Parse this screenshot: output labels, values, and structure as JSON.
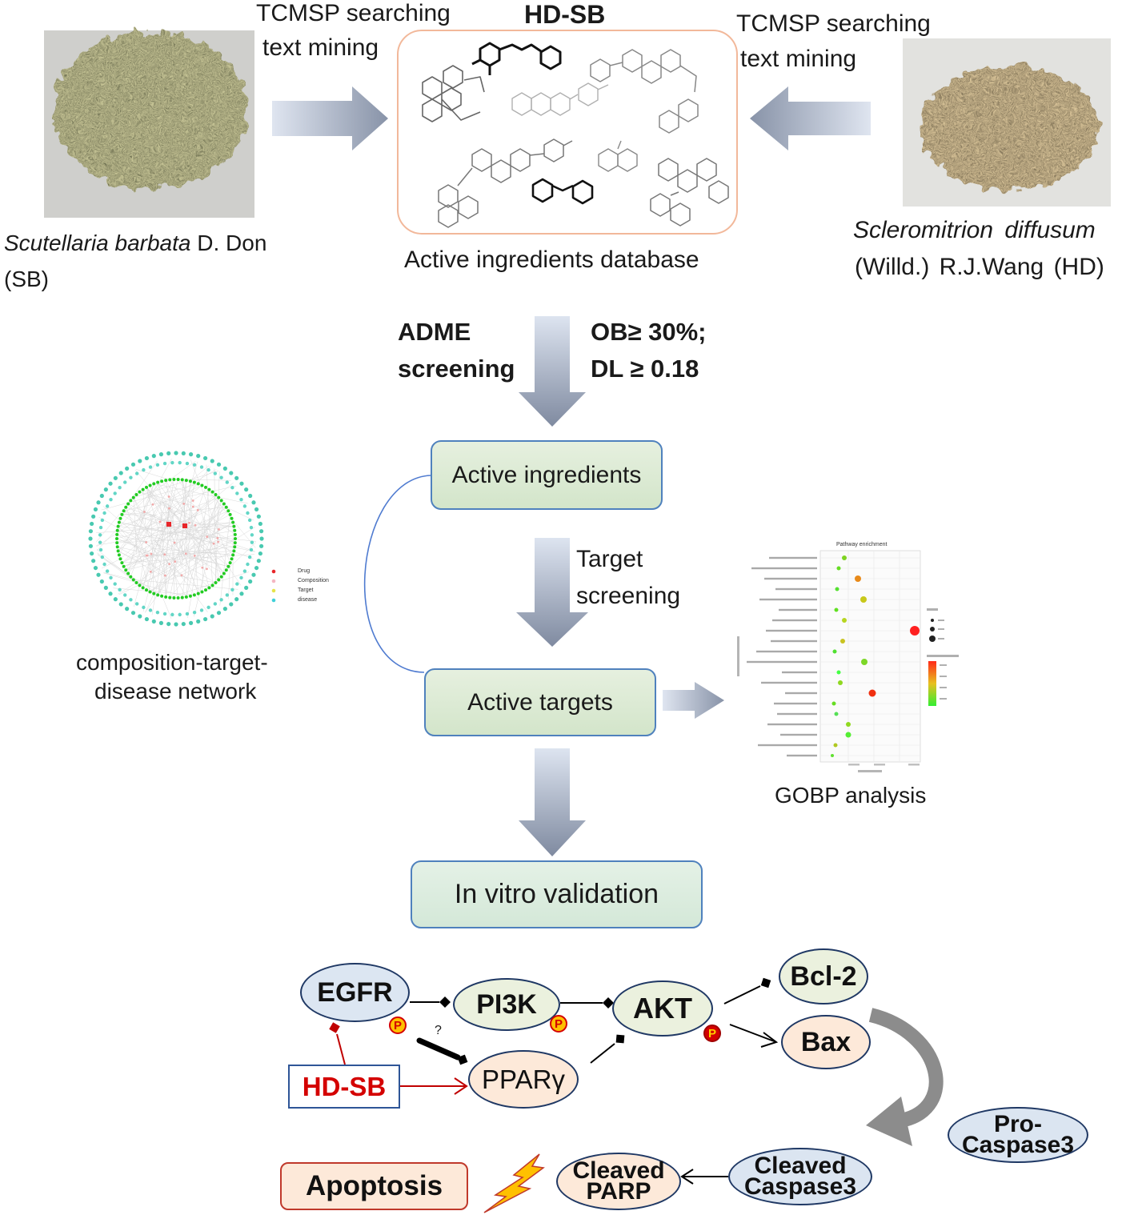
{
  "figure": {
    "header": {
      "title": "HD-SB"
    },
    "left_herb": {
      "search_line1": "TCMSP searching",
      "search_line2": "text mining",
      "genus_species": "Scutellaria barbata",
      "authority": "D. Don",
      "abbreviation": "(SB)"
    },
    "right_herb": {
      "search_line1": "TCMSP searching",
      "search_line2": "text mining",
      "genus_species": "Scleromitrion diffusum",
      "authority_line": "(Willd.) R.J.Wang (HD)"
    },
    "database": {
      "label": "Active ingredients database"
    },
    "adme": {
      "label_line1": "ADME",
      "label_line2": "screening",
      "criteria_line1": "OB≥ 30%;",
      "criteria_line2": "DL ≥ 0.18"
    },
    "steps": {
      "active_ingredients": "Active ingredients",
      "target_line1": "Target",
      "target_line2": "screening",
      "active_targets": "Active targets",
      "in_vitro": "In vitro validation"
    },
    "network": {
      "caption_line1": "composition-target-",
      "caption_line2": "disease network",
      "legend": [
        {
          "label": "Drug",
          "color": "#e8262a"
        },
        {
          "label": "Composition",
          "color": "#f4b6c2"
        },
        {
          "label": "Target",
          "color": "#e6e34a"
        },
        {
          "label": "disease",
          "color": "#3fd0d8"
        }
      ]
    },
    "gobp": {
      "plot_title": "Pathway enrichment",
      "caption": "GOBP analysis"
    },
    "pathway": {
      "nodes": {
        "egfr": "EGFR",
        "pi3k": "PI3K",
        "akt": "AKT",
        "bcl2": "Bcl-2",
        "bax": "Bax",
        "ppar": "PPARγ",
        "pro_caspase3_line1": "Pro-",
        "pro_caspase3_line2": "Caspase3",
        "cleaved_caspase3_line1": "Cleaved",
        "cleaved_caspase3_line2": "Caspase3",
        "cleaved_parp_line1": "Cleaved",
        "cleaved_parp_line2": "PARP"
      },
      "drug": "HD-SB",
      "outcome": "Apoptosis",
      "phospho_mark": "P",
      "unknown_mark": "?"
    }
  },
  "colors": {
    "box_border": "#4f81bd",
    "box_fill": "#dcebd4",
    "database_border": "#f2b89a",
    "node_border": "#1f3864",
    "drug_red": "#d40000",
    "arrow_gray": "#8c8c8c",
    "lightning": "#ffc000"
  }
}
